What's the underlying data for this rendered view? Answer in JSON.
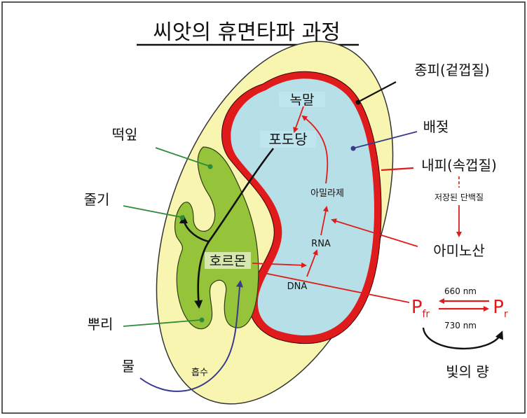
{
  "title": "씨앗의 휴면타파 과정",
  "labels": {
    "seed_coat": "종피(겉껍질)",
    "endosperm": "배젖",
    "aleurone": "내피(속껍질)",
    "stored_protein": "저장된 단백질",
    "amino_acid": "아미노산",
    "cotyledon": "떡잎",
    "stem": "줄기",
    "root": "뿌리",
    "water": "물",
    "absorption": "흡수",
    "starch": "녹말",
    "glucose": "포도당",
    "amylase": "아밀라제",
    "rna": "RNA",
    "dna": "DNA",
    "hormone": "호르몬",
    "light_amount": "빛의 량"
  },
  "phytochrome": {
    "pfr": "P",
    "pfr_sub": "fr",
    "pr": "P",
    "pr_sub": "r",
    "wl_top": "660 nm",
    "wl_bottom": "730 nm"
  },
  "colors": {
    "seed_fill": "#f7f5b0",
    "endosperm_fill": "#b7dfe8",
    "red": "#e01b1b",
    "embryo": "#95c43a",
    "leader_green": "#2e8b3a",
    "water_arrow": "#3a3a8c"
  }
}
